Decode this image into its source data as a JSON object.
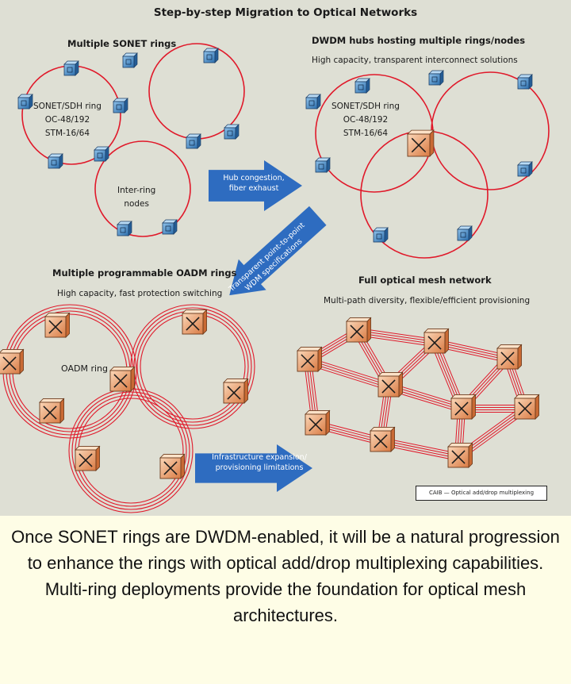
{
  "diagram": {
    "title": "Step-by-step Migration to Optical Networks",
    "panels": {
      "sonet_rings": {
        "title": "Multiple SONET rings",
        "ring_label": "SONET/SDH ring\nOC-48/192\nSTM-16/64",
        "internode_label": "Inter-ring\nnodes"
      },
      "dwdm_hubs": {
        "title": "DWDM hubs hosting multiple rings/nodes",
        "subtitle": "High capacity, transparent interconnect solutions",
        "ring_label": "SONET/SDH ring\nOC-48/192\nSTM-16/64"
      },
      "oadm_rings": {
        "title": "Multiple programmable OADM rings",
        "subtitle": "High capacity, fast protection switching",
        "ring_label": "OADM ring"
      },
      "optical_mesh": {
        "title": "Full optical mesh network",
        "subtitle": "Multi-path diversity, flexible/efficient provisioning"
      }
    },
    "arrows": {
      "hub_congestion": "Hub congestion,\nfiber exhaust",
      "transparent_point": "Transparent point-to-point\nWDM specifications",
      "infrastructure": "Infrastructure expansion/\nprovisioning limitations"
    },
    "credit": "CAIB — Optical add/drop multiplexing",
    "colors": {
      "background": "#dedfd4",
      "ring": "#e0192a",
      "arrow": "#2e6cc0",
      "sonet_node": "#3d87c8",
      "oadm_node": "#e89860",
      "caption_bg": "#fefde6"
    }
  },
  "caption": "Once SONET rings are DWDM-enabled, it will be a natural progression to enhance the rings with optical add/drop multiplexing capabilities. Multi-ring deployments provide the foundation for optical mesh architectures."
}
